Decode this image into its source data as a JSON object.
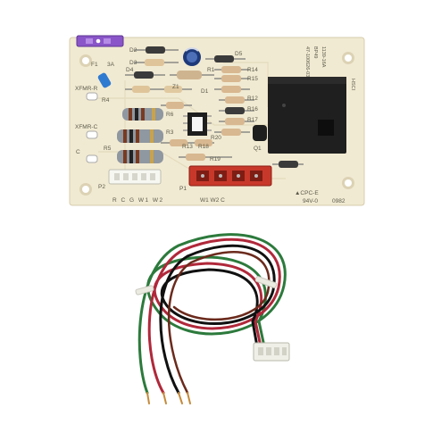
{
  "board": {
    "fuse_label": "F1",
    "fuse_rating": "3A",
    "part_number_1": "1139-16A",
    "part_number_2": "BP49",
    "part_number_3": "47-100626-03",
    "xfmr_r": "XFMR-R",
    "xfmr_c": "XFMR-C",
    "c_label": "C",
    "p2_label": "P2",
    "p1_label": "P1",
    "p2_pins": "R C G W1 W2",
    "p1_pins": "W1  W2    C",
    "cert_1": "▲CPC-E",
    "cert_2": "94V-0",
    "date_code": "0982",
    "relay_label": "HSCI",
    "component_labels": [
      "D2",
      "D3",
      "Z1",
      "D4",
      "D1",
      "R4",
      "R5",
      "R6",
      "R1",
      "R3",
      "D5",
      "R13",
      "R14",
      "R15",
      "R12",
      "R16",
      "R17",
      "R18",
      "R19",
      "R20",
      "Q1"
    ]
  },
  "harness": {
    "wire_colors": [
      "#2c7a3c",
      "#b0283a",
      "#111111",
      "#6b2a1c"
    ],
    "connector_color": "#efefe7"
  }
}
